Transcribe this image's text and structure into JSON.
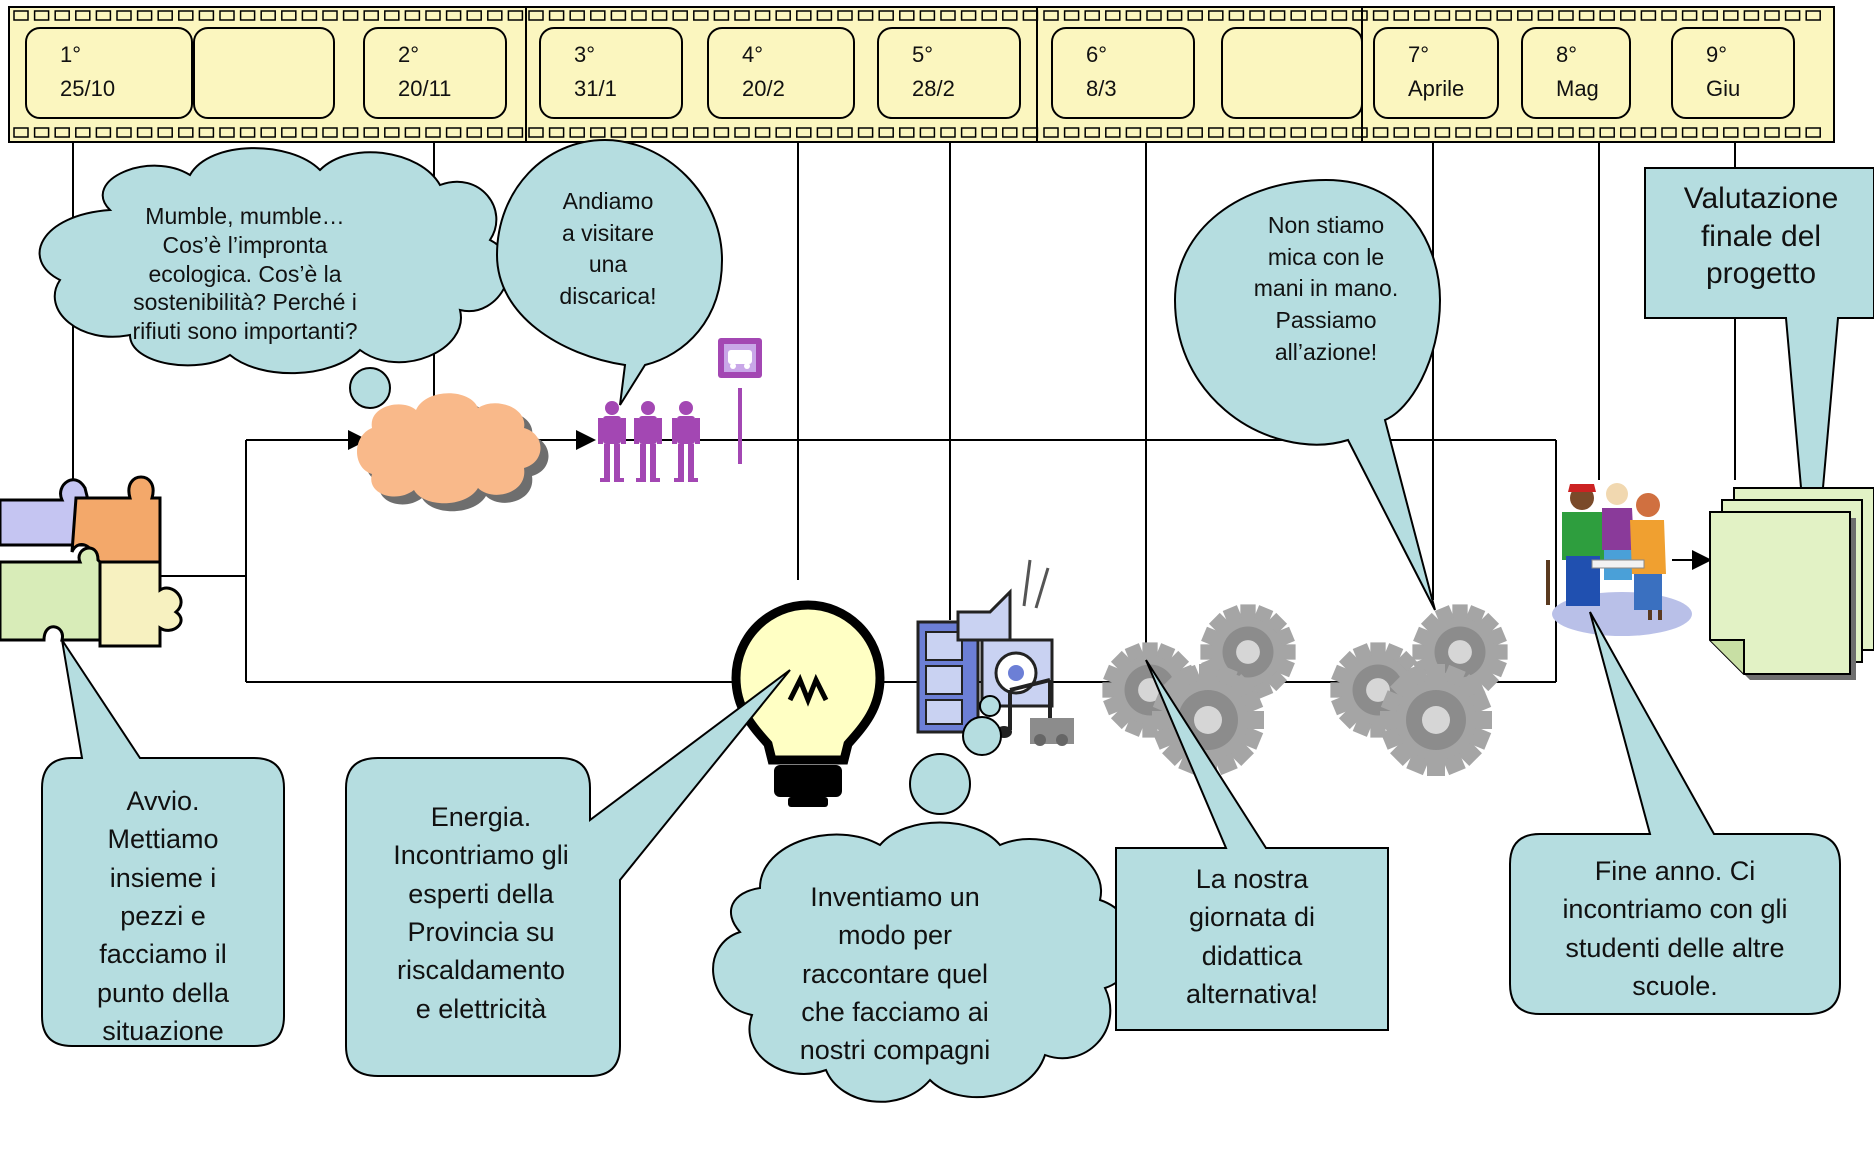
{
  "filmstrip": {
    "frames": [
      {
        "num": "1°",
        "date": "25/10"
      },
      {
        "num": "",
        "date": ""
      },
      {
        "num": "2°",
        "date": "20/11"
      },
      {
        "num": "3°",
        "date": "31/1"
      },
      {
        "num": "4°",
        "date": "20/2"
      },
      {
        "num": "5°",
        "date": "28/2"
      },
      {
        "num": "6°",
        "date": "8/3"
      },
      {
        "num": "",
        "date": ""
      },
      {
        "num": "7°",
        "date": "Aprile"
      },
      {
        "num": "8°",
        "date": "Mag"
      },
      {
        "num": "9°",
        "date": "Giu"
      }
    ]
  },
  "bubbles": {
    "mumble": [
      "Mumble, mumble…",
      "Cos’è l’impronta",
      "ecologica. Cos’è la",
      "sostenibilità? Perché i",
      "rifiuti sono importanti?"
    ],
    "discarica": [
      "Andiamo",
      "a visitare",
      "una",
      "discarica!"
    ],
    "azione": [
      "Non stiamo",
      "mica con le",
      "mani in mano.",
      "Passiamo",
      "all’azione!"
    ],
    "valutazione": [
      "Valutazione",
      "finale del",
      "progetto"
    ],
    "avvio": [
      "Avvio.",
      "Mettiamo",
      "insieme i",
      "pezzi e",
      "facciamo il",
      "punto della",
      "situazione"
    ],
    "energia": [
      "Energia.",
      "Incontriamo gli",
      "esperti della",
      "Provincia su",
      "riscaldamento",
      "e elettricità"
    ],
    "inventiamo": [
      "Inventiamo un",
      "modo per",
      "raccontare quel",
      "che facciamo ai",
      "nostri compagni"
    ],
    "giornata": [
      "La nostra",
      "giornata di",
      "didattica",
      "alternativa!"
    ],
    "fine_anno": [
      "Fine anno. Ci",
      "incontriamo con gli",
      "studenti delle altre",
      "scuole."
    ]
  },
  "icons": {
    "puzzle": "puzzle-icon",
    "bus_stop": "bus-stop-icon",
    "lightbulb": "lightbulb-icon",
    "multimedia": "multimedia-icon",
    "gears": "gears-icon",
    "students": "students-group-icon",
    "documents": "documents-stack-icon"
  },
  "colors": {
    "callout_fill": "#b5dde0",
    "film_fill": "#fbf6bf",
    "cloud_orange": "#f9b98a",
    "figures_purple": "#a347b3",
    "puzzle_blue": "#c5c5f2",
    "puzzle_orange": "#f3a86a",
    "puzzle_green": "#d8ecb8",
    "puzzle_yellow": "#f7f1c0",
    "doc_green": "#e2f2c5"
  }
}
